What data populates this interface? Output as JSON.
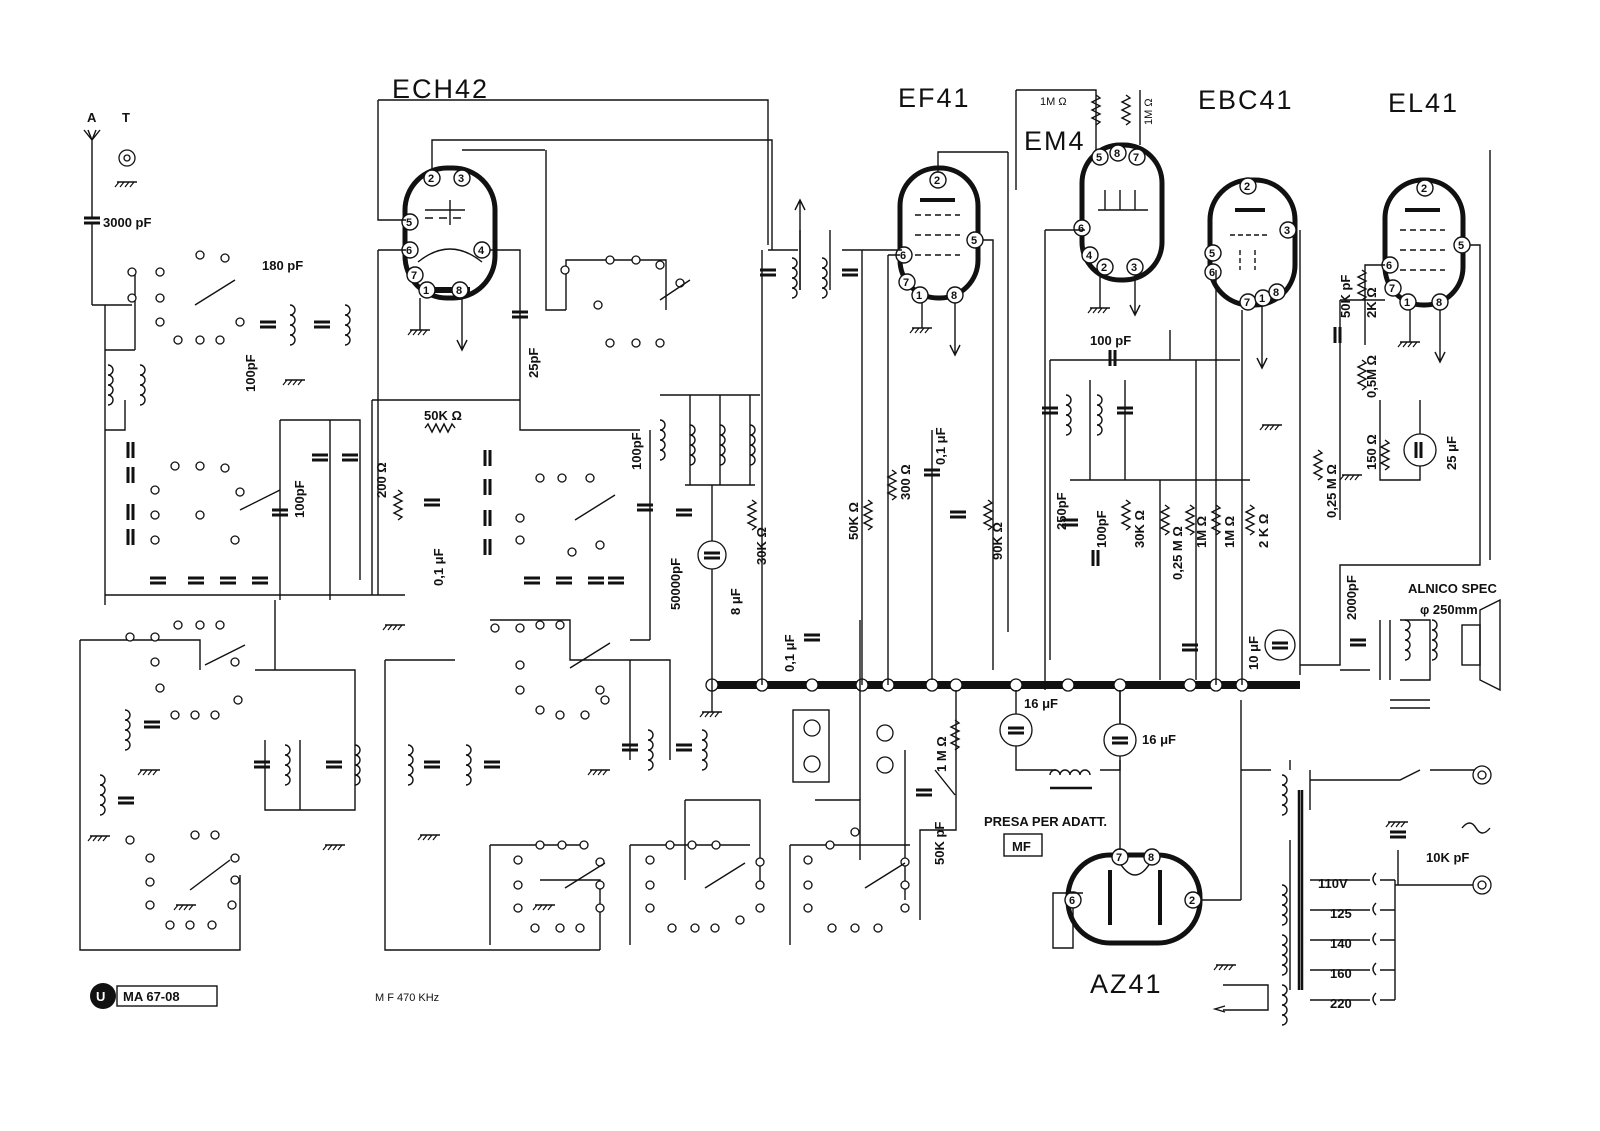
{
  "tubes": {
    "ech42": "ECH42",
    "ef41": "EF41",
    "em4": "EM4",
    "ebc41": "EBC41",
    "el41": "EL41",
    "az41": "AZ41"
  },
  "antenna": {
    "a": "A",
    "t": "T"
  },
  "labels": {
    "c3000": "3000 pF",
    "c180": "180 pF",
    "c100a": "100pF",
    "c25": "25pF",
    "r50k": "50K Ω",
    "r200": "200 Ω",
    "c01a": "0,1 μF",
    "c100b": "100pF",
    "c100c": "100pF",
    "c50000": "50000pF",
    "c8": "8 μF",
    "r30k": "30K Ω",
    "c01b": "0,1 μF",
    "r50kb": "50K Ω",
    "r300": "300 Ω",
    "c01c": "0,1 μF",
    "r90k": "90K Ω",
    "r1ma": "1M Ω",
    "r1mb": "1M Ω",
    "c100d": "100 pF",
    "c250": "250pF",
    "c100e": "100pF",
    "r30kb": "30K Ω",
    "r025a": "0,25 M Ω",
    "r1mc": "1M Ω",
    "r1md": "1M Ω",
    "r2k": "2 K Ω",
    "c50k": "50K pF",
    "r2kb": "2K Ω",
    "r05m": "0,5M Ω",
    "r150": "150 Ω",
    "c25uf": "25 μF",
    "r025b": "0,25 M Ω",
    "c10uf": "10 μF",
    "c16a": "16 μF",
    "c16b": "16 μF",
    "r1me": "1 M Ω",
    "c50kpf": "50K pF",
    "c2000": "2000pF",
    "spk1": "ALNICO SPEC",
    "spk2": "φ 250mm",
    "presa": "PRESA PER ADATT.",
    "mf": "MF",
    "c10k": "10K pF",
    "v110": "110V",
    "v125": "125",
    "v140": "140",
    "v160": "160",
    "v220": "220",
    "tag": "MA 67-08",
    "ifreq": "M F 470 KHz"
  }
}
